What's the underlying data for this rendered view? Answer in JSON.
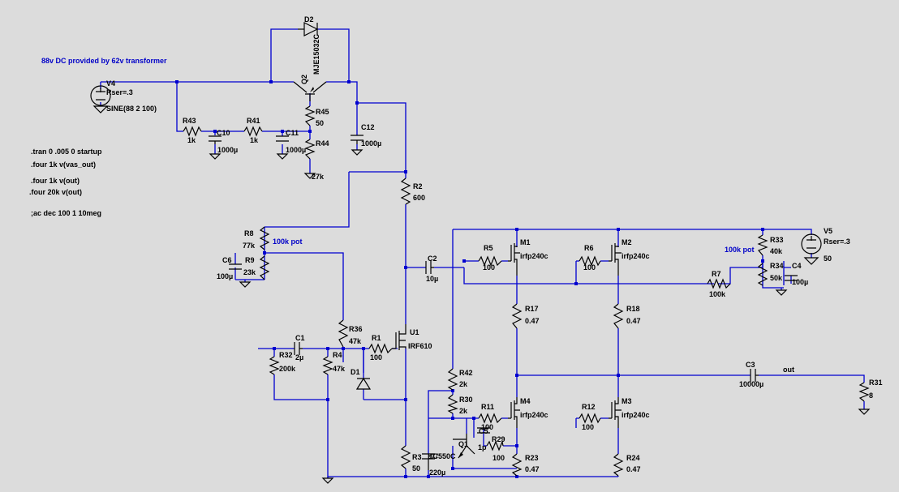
{
  "notes": {
    "transformer": "88v DC provided by 62v transformer",
    "pot1": "100k pot",
    "pot2": "100k pot",
    "out_net": "out",
    "directives": [
      ".tran 0 .005 0 startup",
      ".four 1k v(vas_out)",
      " .four 1k v(out)",
      ".four 20k v(out)",
      ";ac dec 100 1 10meg"
    ]
  },
  "components": {
    "V4": {
      "name": "V4",
      "param": "Rser=.3",
      "value": "SINE(88 2 100)"
    },
    "V5": {
      "name": "V5",
      "param": "Rser=.3",
      "value": "50"
    },
    "D2": {
      "name": "D2"
    },
    "Q2": {
      "name": "Q2",
      "value": "MJE15032C"
    },
    "R43": {
      "name": "R43",
      "value": "1k"
    },
    "C10": {
      "name": "C10",
      "value": "1000µ"
    },
    "R41": {
      "name": "R41",
      "value": "1k"
    },
    "C11": {
      "name": "C11",
      "value": "1000µ"
    },
    "R45": {
      "name": "R45",
      "value": "50"
    },
    "R44": {
      "name": "R44",
      "value": "27k"
    },
    "C12": {
      "name": "C12",
      "value": "1000µ"
    },
    "R2": {
      "name": "R2",
      "value": "600"
    },
    "R8": {
      "name": "R8",
      "value": "77k"
    },
    "R9": {
      "name": "R9",
      "value": "23k"
    },
    "C6": {
      "name": "C6",
      "value": "100µ"
    },
    "C2": {
      "name": "C2",
      "value": "10µ"
    },
    "R5": {
      "name": "R5",
      "value": "100"
    },
    "M1": {
      "name": "M1",
      "value": "irfp240c"
    },
    "R6": {
      "name": "R6",
      "value": "100"
    },
    "M2": {
      "name": "M2",
      "value": "irfp240c"
    },
    "R33": {
      "name": "R33",
      "value": "40k"
    },
    "R34": {
      "name": "R34",
      "value": "50k"
    },
    "C4": {
      "name": "C4",
      "value": "100µ"
    },
    "R7": {
      "name": "R7",
      "value": "100k"
    },
    "R17": {
      "name": "R17",
      "value": "0.47"
    },
    "R18": {
      "name": "R18",
      "value": "0.47"
    },
    "R36": {
      "name": "R36",
      "value": "47k"
    },
    "R1": {
      "name": "R1",
      "value": "100"
    },
    "U1": {
      "name": "U1",
      "value": "IRF610"
    },
    "C1": {
      "name": "C1",
      "value": "2µ"
    },
    "R32": {
      "name": "R32",
      "value": "200k"
    },
    "R4": {
      "name": "R4",
      "value": "47k"
    },
    "D1": {
      "name": "D1"
    },
    "C3": {
      "name": "C3",
      "value": "10000µ"
    },
    "R31": {
      "name": "R31",
      "value": "8"
    },
    "R42": {
      "name": "R42",
      "value": "2k"
    },
    "R30": {
      "name": "R30",
      "value": "2k"
    },
    "M4": {
      "name": "M4",
      "value": "irfp240c"
    },
    "M3": {
      "name": "M3",
      "value": "irfp240c"
    },
    "R11": {
      "name": "R11",
      "value": "100"
    },
    "R12": {
      "name": "R12",
      "value": "100"
    },
    "C5": {
      "name": "C5",
      "value": "1p"
    },
    "Q1": {
      "name": "Q1",
      "value": "BC550C"
    },
    "R29": {
      "name": "R29",
      "value": "100"
    },
    "R3": {
      "name": "R3",
      "value": "50"
    },
    "C7": {
      "name": "C7",
      "value": "220µ"
    },
    "R23": {
      "name": "R23",
      "value": "0.47"
    },
    "R24": {
      "name": "R24",
      "value": "0.47"
    }
  }
}
